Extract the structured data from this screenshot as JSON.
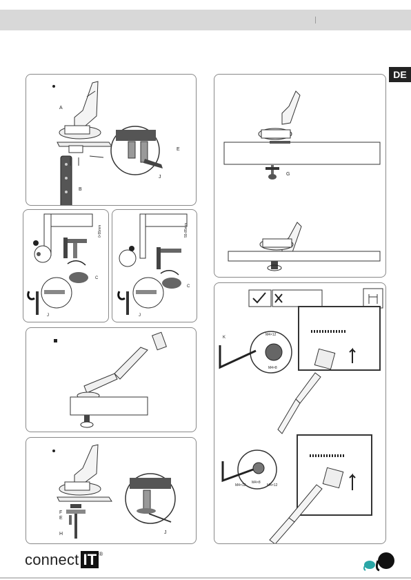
{
  "language_badge": "DE",
  "brand": {
    "name": "connect",
    "suffix": "IT",
    "mark": "®"
  },
  "panels": {
    "clamp_mount": {
      "labels": {
        "a": "A",
        "b": "B",
        "e": "E",
        "j": "J"
      }
    },
    "desk_clamp": {
      "label_g": "G"
    },
    "clamp_small_left": {
      "height_label": "0-55mm",
      "label_c": "C",
      "label_j": "J"
    },
    "clamp_small_right": {
      "height_label": "55-85mm",
      "label_c": "C",
      "label_j": "J"
    },
    "monitor_attach": {
      "label_k": "K",
      "size_top": "M4×12",
      "size_mid": "M4×8",
      "size_bot": "M4×8",
      "size_left": "M4×12",
      "size_right": "M4×12"
    },
    "grommet_mount": {
      "labels": {
        "f": "F",
        "e": "E",
        "h": "H",
        "j": "J"
      }
    }
  }
}
